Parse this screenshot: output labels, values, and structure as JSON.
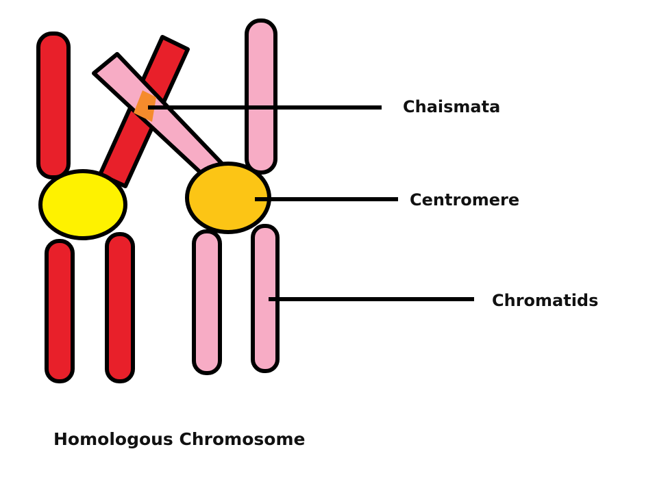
{
  "labels": {
    "chiasmata": "Chaismata",
    "centromere": "Centromere",
    "chromatids": "Chromatids"
  },
  "caption": "Homologous Chromosome",
  "colors": {
    "chromosome_1": "#e8202a",
    "chromosome_2": "#f7acc5",
    "centromere_1": "#fef200",
    "centromere_2": "#fcc515",
    "chiasma": "#f58b2c",
    "outline": "#000000"
  }
}
